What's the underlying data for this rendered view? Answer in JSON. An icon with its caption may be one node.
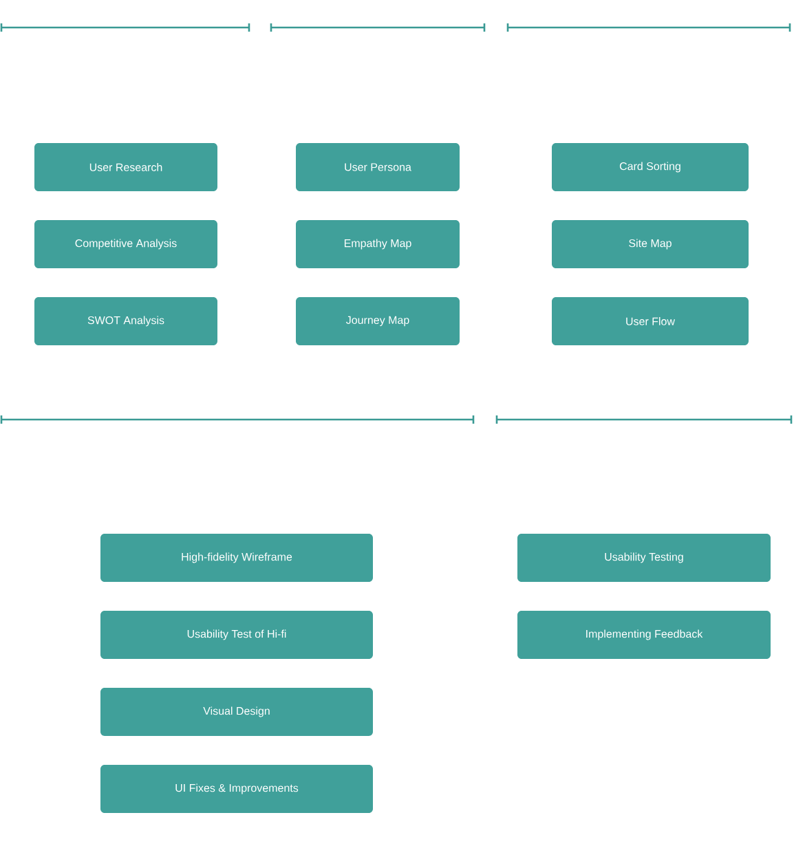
{
  "diagram": {
    "nodes": [
      {
        "text": [
          "User Research"
        ]
      },
      {
        "text": [
          "Competitive Analysis"
        ]
      },
      {
        "text": [
          "SWOT Analysis"
        ]
      },
      {
        "text": [
          "User Persona"
        ]
      },
      {
        "text": [
          "Empathy Map"
        ]
      },
      {
        "text": [
          "Journey Map"
        ]
      },
      {
        "text": [
          "Card Sorting"
        ]
      },
      {
        "text": [
          "Site Map"
        ]
      },
      {
        "text": [
          "User Flow"
        ]
      },
      {
        "text": [
          "High-fidelity Wireframe"
        ]
      },
      {
        "text": [
          "Usability Test of Hi-fi"
        ]
      },
      {
        "text": [
          "Visual Design"
        ]
      },
      {
        "text": [
          "UI Fixes & Improvements"
        ]
      },
      {
        "text": [
          "Usability Testing"
        ]
      },
      {
        "text": [
          "Implementing Feedback"
        ]
      }
    ]
  }
}
